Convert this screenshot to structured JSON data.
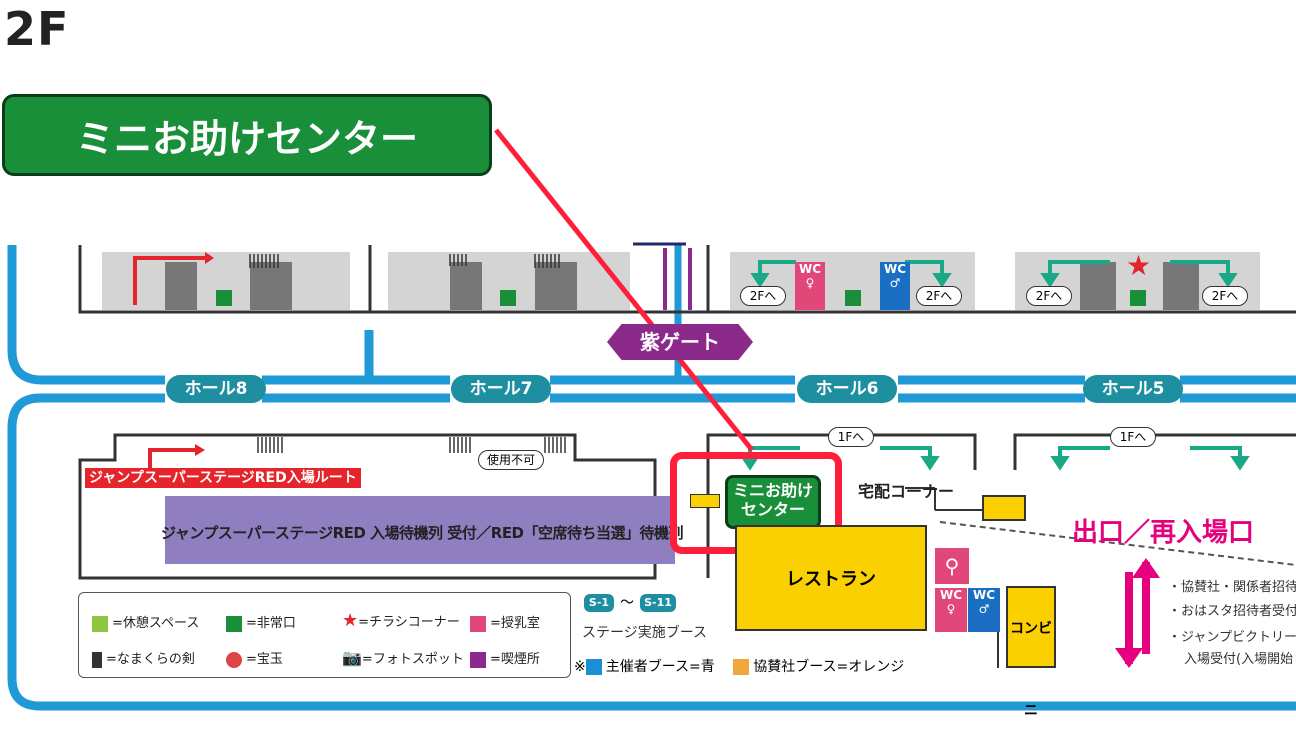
{
  "floor_label": "2F",
  "callout": {
    "label": "ミニお助けセンター"
  },
  "halls": [
    "ホール8",
    "ホール7",
    "ホール6",
    "ホール5"
  ],
  "gate_label": "紫ゲート",
  "signs": {
    "to_2f": "2Fへ",
    "to_1f": "1Fへ",
    "wc": "WC",
    "unusable": "使用不可"
  },
  "areas": {
    "jump_route": "ジャンプスーパーステージRED入場ルート",
    "queue_banner": "ジャンプスーパーステージRED 入場待機列 受付／RED「空席待ち当選」待機列",
    "mini_center": "ミニお助けセンター",
    "delivery": "宅配コーナー",
    "restaurant": "レストラン",
    "convenience": "コンビニ",
    "exit": "出口／再入場口"
  },
  "right_notes": [
    "・協賛社・関係者招待",
    "・おはスタ招待者受付",
    "・ジャンプビクトリーバ",
    "入場受付(入場開始"
  ],
  "legend": {
    "rest_space": "=休憩スペース",
    "emergency_exit": "=非常口",
    "flyer_corner": "=チラシコーナー",
    "nursing_room": "=授乳室",
    "sword": "=なまくらの剣",
    "treasure": "=宝玉",
    "photo_spot": "=フォトスポット",
    "smoking": "=喫煙所",
    "stage_range_start": "S-1",
    "stage_range_sep": "〜",
    "stage_range_end": "S-11",
    "stage_booth": "ステージ実施ブース",
    "note_prefix": "※",
    "host_booth": "主催者ブース=青",
    "sponsor_booth": "協賛社ブース=オレンジ"
  },
  "colors": {
    "hall_teal": "#1e8fa0",
    "green": "#1a8f3a",
    "red": "#ff1e3c",
    "purple": "#8c2a8c",
    "yellow": "#fbd000",
    "magenta": "#e6007e",
    "outline_blue": "#1f9ad6"
  }
}
